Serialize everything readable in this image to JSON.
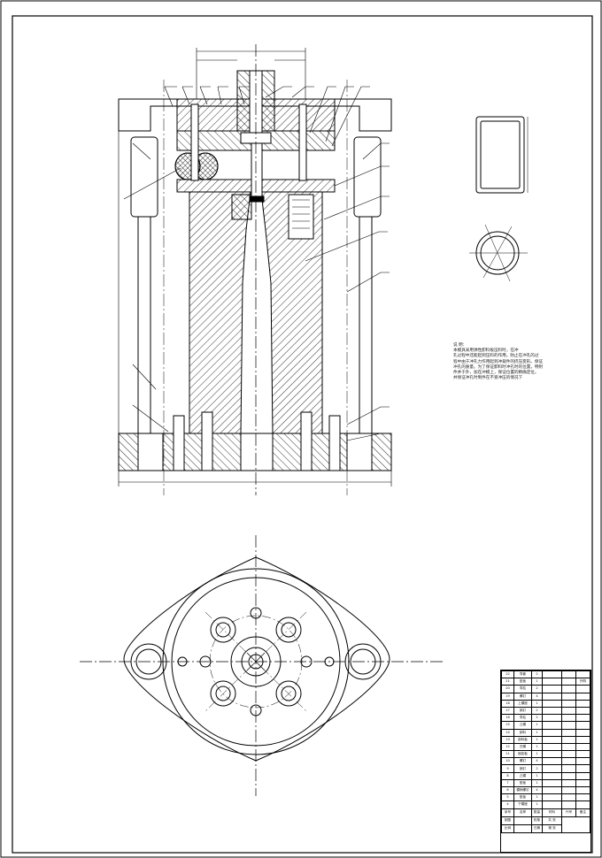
{
  "note": {
    "heading": "说 明：",
    "lines": [
      "本模具采用弹性卸料板压料时，在冲",
      "孔过程中还能起到压料的作用。防止在冲孔的过",
      "程中由于冲孔力作用起到冲裁件的挤压变形。保证",
      "冲孔的质量。为了保证卸料时冲孔时的位置，特附",
      "件并于外，加在冲模上，保证位置的精确定位。",
      "并保证冲孔时制件在不受冲压的情况下"
    ]
  },
  "bom": {
    "rows": [
      [
        "22",
        "导套",
        "2",
        "",
        "",
        ""
      ],
      [
        "21",
        "垫板",
        "1",
        "",
        "",
        "外购"
      ],
      [
        "20",
        "导柱",
        "2",
        "",
        "",
        ""
      ],
      [
        "19",
        "螺钉",
        "4",
        "",
        "",
        ""
      ],
      [
        "18",
        "上模座",
        "1",
        "",
        "",
        ""
      ],
      [
        "17",
        "销钉",
        "2",
        "",
        "",
        ""
      ],
      [
        "16",
        "导柱",
        "2",
        "",
        "",
        ""
      ],
      [
        "15",
        "凸模",
        "1",
        "",
        "",
        ""
      ],
      [
        "14",
        "卸料",
        "1",
        "",
        "",
        ""
      ],
      [
        "13",
        "卸料板",
        "1",
        "",
        "",
        ""
      ],
      [
        "12",
        "凹模",
        "1",
        "",
        "",
        ""
      ],
      [
        "11",
        "固定板",
        "1",
        "",
        "",
        ""
      ],
      [
        "10",
        "螺钉",
        "4",
        "",
        "",
        ""
      ],
      [
        "9",
        "销钉",
        "2",
        "",
        "",
        ""
      ],
      [
        "8",
        "凸模",
        "1",
        "",
        "",
        ""
      ],
      [
        "7",
        "垫板",
        "1",
        "",
        "",
        ""
      ],
      [
        "6",
        "模柄螺钉",
        "4",
        "",
        "",
        ""
      ],
      [
        "5",
        "垫板",
        "1",
        "",
        "",
        ""
      ],
      [
        "4",
        "下模座",
        "1",
        "",
        "",
        ""
      ]
    ],
    "header": [
      "序号",
      "名称",
      "数量",
      "材料",
      "代号",
      "备注"
    ],
    "footer": {
      "a": "制图",
      "b": "比例",
      "c": "校核",
      "d": "日期",
      "e": "共 张",
      "f": "第 张"
    }
  }
}
